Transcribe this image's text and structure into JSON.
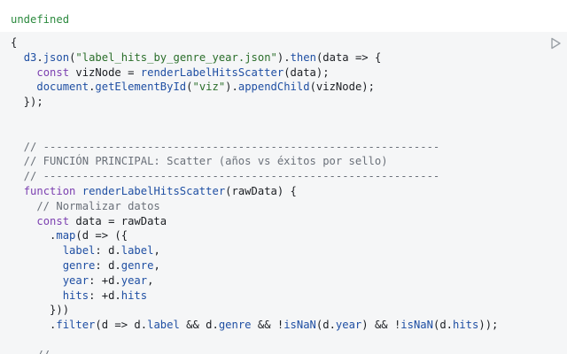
{
  "output": {
    "text": "undefined"
  },
  "cell": {
    "run_icon": "play-icon",
    "lines": [
      [
        {
          "t": "{",
          "c": "op"
        }
      ],
      [
        {
          "t": "  ",
          "c": "op"
        },
        {
          "t": "d3",
          "c": "fn"
        },
        {
          "t": ".",
          "c": "op"
        },
        {
          "t": "json",
          "c": "fn"
        },
        {
          "t": "(",
          "c": "op"
        },
        {
          "t": "\"label_hits_by_genre_year.json\"",
          "c": "str"
        },
        {
          "t": ").",
          "c": "op"
        },
        {
          "t": "then",
          "c": "fn"
        },
        {
          "t": "(data => {",
          "c": "op"
        }
      ],
      [
        {
          "t": "    ",
          "c": "op"
        },
        {
          "t": "const",
          "c": "kw"
        },
        {
          "t": " vizNode = ",
          "c": "op"
        },
        {
          "t": "renderLabelHitsScatter",
          "c": "fn"
        },
        {
          "t": "(data);",
          "c": "op"
        }
      ],
      [
        {
          "t": "    ",
          "c": "op"
        },
        {
          "t": "document",
          "c": "fn"
        },
        {
          "t": ".",
          "c": "op"
        },
        {
          "t": "getElementById",
          "c": "fn"
        },
        {
          "t": "(",
          "c": "op"
        },
        {
          "t": "\"viz\"",
          "c": "str"
        },
        {
          "t": ").",
          "c": "op"
        },
        {
          "t": "appendChild",
          "c": "fn"
        },
        {
          "t": "(vizNode);",
          "c": "op"
        }
      ],
      [
        {
          "t": "  });",
          "c": "op"
        }
      ],
      [],
      [],
      [
        {
          "t": "  // -------------------------------------------------------------",
          "c": "cm"
        }
      ],
      [
        {
          "t": "  // FUNCIÓN PRINCIPAL: Scatter (años vs éxitos por sello)",
          "c": "cm"
        }
      ],
      [
        {
          "t": "  // -------------------------------------------------------------",
          "c": "cm"
        }
      ],
      [
        {
          "t": "  ",
          "c": "op"
        },
        {
          "t": "function",
          "c": "kw"
        },
        {
          "t": " ",
          "c": "op"
        },
        {
          "t": "renderLabelHitsScatter",
          "c": "fn"
        },
        {
          "t": "(rawData) {",
          "c": "op"
        }
      ],
      [
        {
          "t": "    // Normalizar datos",
          "c": "cm"
        }
      ],
      [
        {
          "t": "    ",
          "c": "op"
        },
        {
          "t": "const",
          "c": "kw"
        },
        {
          "t": " data = rawData",
          "c": "op"
        }
      ],
      [
        {
          "t": "      .",
          "c": "op"
        },
        {
          "t": "map",
          "c": "fn"
        },
        {
          "t": "(d => ({",
          "c": "op"
        }
      ],
      [
        {
          "t": "        ",
          "c": "op"
        },
        {
          "t": "label",
          "c": "pr"
        },
        {
          "t": ": d.",
          "c": "op"
        },
        {
          "t": "label",
          "c": "pr"
        },
        {
          "t": ",",
          "c": "op"
        }
      ],
      [
        {
          "t": "        ",
          "c": "op"
        },
        {
          "t": "genre",
          "c": "pr"
        },
        {
          "t": ": d.",
          "c": "op"
        },
        {
          "t": "genre",
          "c": "pr"
        },
        {
          "t": ",",
          "c": "op"
        }
      ],
      [
        {
          "t": "        ",
          "c": "op"
        },
        {
          "t": "year",
          "c": "pr"
        },
        {
          "t": ": +d.",
          "c": "op"
        },
        {
          "t": "year",
          "c": "pr"
        },
        {
          "t": ",",
          "c": "op"
        }
      ],
      [
        {
          "t": "        ",
          "c": "op"
        },
        {
          "t": "hits",
          "c": "pr"
        },
        {
          "t": ": +d.",
          "c": "op"
        },
        {
          "t": "hits",
          "c": "pr"
        }
      ],
      [
        {
          "t": "      }))",
          "c": "op"
        }
      ],
      [
        {
          "t": "      .",
          "c": "op"
        },
        {
          "t": "filter",
          "c": "fn"
        },
        {
          "t": "(d => d.",
          "c": "op"
        },
        {
          "t": "label",
          "c": "pr"
        },
        {
          "t": " && d.",
          "c": "op"
        },
        {
          "t": "genre",
          "c": "pr"
        },
        {
          "t": " && !",
          "c": "op"
        },
        {
          "t": "isNaN",
          "c": "fn"
        },
        {
          "t": "(d.",
          "c": "op"
        },
        {
          "t": "year",
          "c": "pr"
        },
        {
          "t": ") && !",
          "c": "op"
        },
        {
          "t": "isNaN",
          "c": "fn"
        },
        {
          "t": "(d.",
          "c": "op"
        },
        {
          "t": "hits",
          "c": "pr"
        },
        {
          "t": "));",
          "c": "op"
        }
      ],
      [],
      [
        {
          "t": "    // -------------------------------------------------------------",
          "c": "cm"
        }
      ]
    ]
  }
}
